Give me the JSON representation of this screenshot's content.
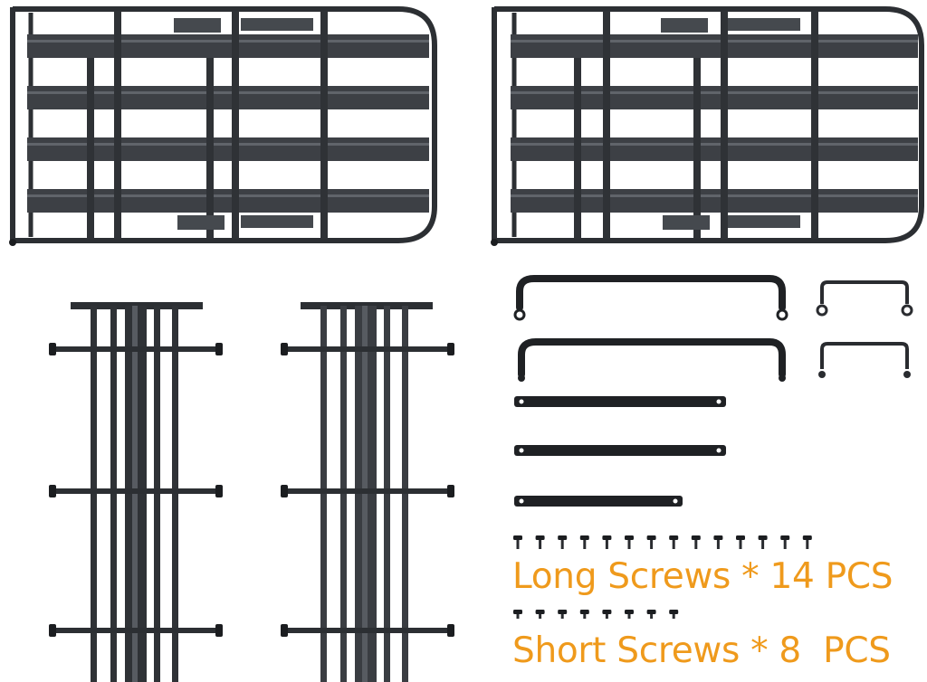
{
  "image": {
    "background": "#ffffff",
    "metal_color": "#2f3236",
    "metal_light": "#575b61",
    "metal_dark": "#1b1d20",
    "caption_color": "#ef9a1c"
  },
  "parts": {
    "cargo_panels": 2,
    "side_rails": 2,
    "long_handles": 2,
    "short_handles": 2,
    "flat_bars": 3
  },
  "screws": {
    "long": {
      "count": 14,
      "label": "Long Screws * 14 PCS"
    },
    "short": {
      "count": 8,
      "label": "Short Screws * 8  PCS"
    }
  }
}
